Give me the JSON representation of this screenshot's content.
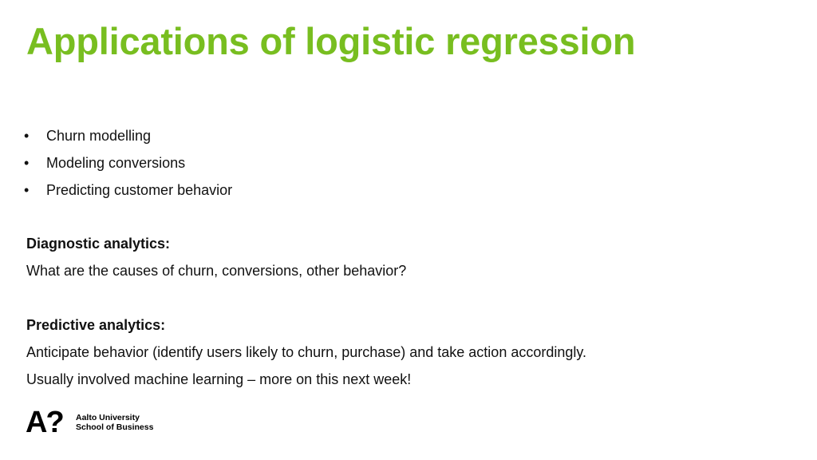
{
  "slide": {
    "title": "Applications of logistic regression",
    "title_color": "#78be20",
    "bullets": [
      {
        "marker": "•",
        "text": "Churn modelling"
      },
      {
        "marker": "•",
        "text": "Modeling conversions"
      },
      {
        "marker": "•",
        "text": "Predicting customer behavior"
      }
    ],
    "diagnostic": {
      "heading": "Diagnostic analytics:",
      "text": "What are the causes of churn, conversions, other behavior?"
    },
    "predictive": {
      "heading": "Predictive analytics:",
      "lines": [
        "Anticipate behavior (identify users likely to churn, purchase) and take action accordingly.",
        "Usually involved machine learning – more on this next week!"
      ]
    }
  },
  "footer": {
    "logo_mark": "A?",
    "logo_line1": "Aalto University",
    "logo_line2": "School of Business"
  }
}
